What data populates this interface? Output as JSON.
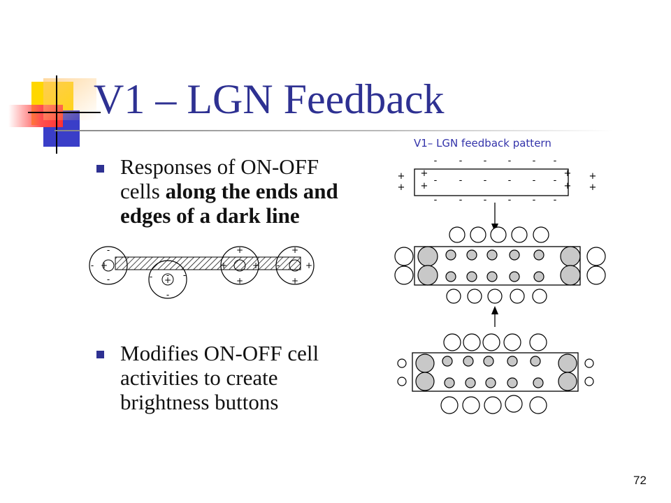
{
  "slide": {
    "title": "V1 – LGN Feedback",
    "number": "72",
    "colors": {
      "title": "#2e3192",
      "bullet": "#2e3192",
      "diagram_label": "#3333aa"
    }
  },
  "bullets": [
    {
      "text_normal": "Responses of ON-OFF cells ",
      "text_bold": "along the ends and edges of a dark line"
    },
    {
      "text_normal": "Modifies ON-OFF cell activities to create brightness buttons"
    }
  ],
  "diagram": {
    "label": "V1– LGN feedback pattern",
    "plus_sign": "+",
    "minus_sign": "-"
  }
}
